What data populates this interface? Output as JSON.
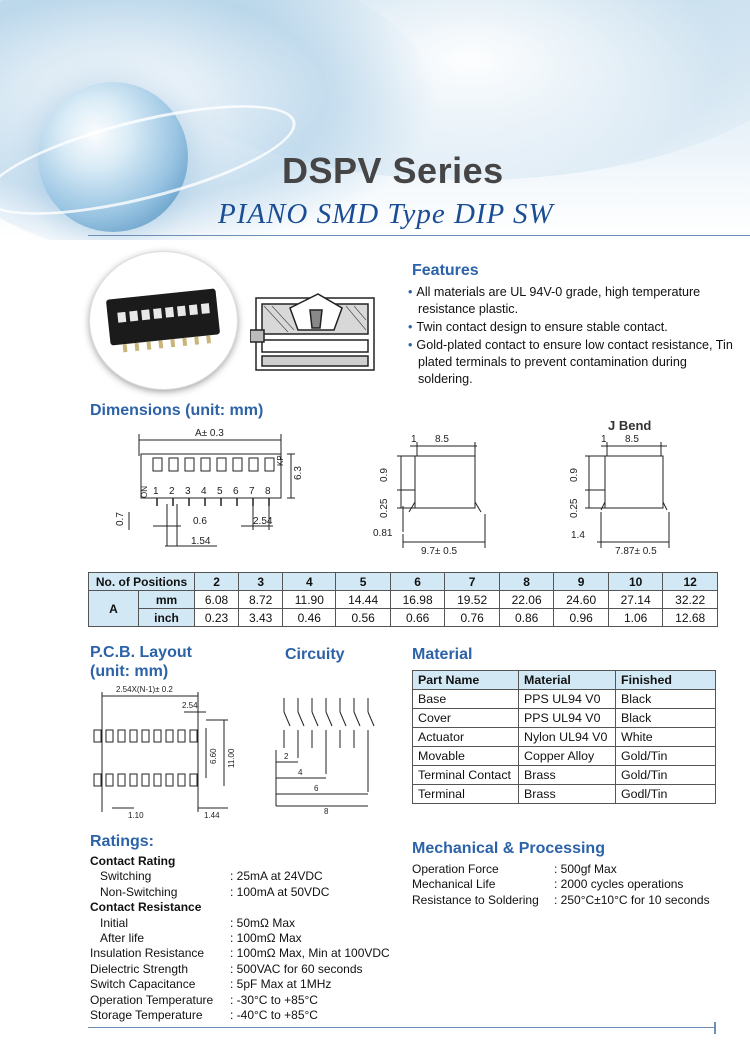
{
  "header": {
    "series": "DSPV Series",
    "subtitle": "PIANO SMD Type DIP SW"
  },
  "features": {
    "title": "Features",
    "items": [
      "All materials are UL 94V-0 grade, high temperature resistance plastic.",
      "Twin contact design to ensure stable contact.",
      "Gold-plated contact to ensure low contact resistance, Tin plated terminals to prevent contamination during soldering."
    ]
  },
  "dimensions": {
    "title": "Dimensions (unit: mm)",
    "jbend_label": "J Bend",
    "front": {
      "a_label": "A± 0.3",
      "h_label": "6.3",
      "left_label": "0.7",
      "pitch_label": "0.6",
      "pin_label": "2.54",
      "width_label": "1.54",
      "on_label": "ON",
      "kp_label": "KP",
      "pins": [
        "1",
        "2",
        "3",
        "4",
        "5",
        "6",
        "7",
        "8"
      ]
    },
    "side": {
      "top_label": "8.5",
      "one_label": "1",
      "h1": "0.9",
      "h2": "0.25",
      "b1": "0.81",
      "w": "9.7± 0.5"
    },
    "jbend": {
      "top_label": "8.5",
      "one_label": "1",
      "h1": "0.9",
      "h2": "0.25",
      "b1": "1.4",
      "w": "7.87± 0.5"
    }
  },
  "positions_table": {
    "header_label": "No. of Positions",
    "positions": [
      "2",
      "3",
      "4",
      "5",
      "6",
      "7",
      "8",
      "9",
      "10",
      "12"
    ],
    "row_label": "A",
    "rows": [
      {
        "unit": "mm",
        "values": [
          "6.08",
          "8.72",
          "11.90",
          "14.44",
          "16.98",
          "19.52",
          "22.06",
          "24.60",
          "27.14",
          "32.22"
        ]
      },
      {
        "unit": "inch",
        "values": [
          "0.23",
          "3.43",
          "0.46",
          "0.56",
          "0.66",
          "0.76",
          "0.86",
          "0.96",
          "1.06",
          "12.68"
        ]
      }
    ]
  },
  "pcb": {
    "title_line1": "P.C.B. Layout",
    "title_line2": "(unit: mm)",
    "top_label": "2.54X(N-1)± 0.2",
    "pitch_label": "2.54",
    "h1": "6.60",
    "h2": "11.00",
    "b1": "1.10",
    "b2": "1.44"
  },
  "circuity": {
    "title": "Circuity",
    "labels": [
      "2",
      "4",
      "6",
      "8"
    ]
  },
  "material": {
    "title": "Material",
    "headers": [
      "Part Name",
      "Material",
      "Finished"
    ],
    "rows": [
      [
        "Base",
        "PPS UL94 V0",
        "Black"
      ],
      [
        "Cover",
        "PPS UL94 V0",
        "Black"
      ],
      [
        "Actuator",
        "Nylon UL94 V0",
        "White"
      ],
      [
        "Movable",
        "Copper Alloy",
        "Gold/Tin"
      ],
      [
        "Terminal Contact",
        "Brass",
        "Gold/Tin"
      ],
      [
        "Terminal",
        "Brass",
        "Godl/Tin"
      ]
    ]
  },
  "ratings": {
    "title": "Ratings:",
    "rows": [
      {
        "k": "Contact Rating",
        "v": "",
        "bold": true,
        "indent": false
      },
      {
        "k": "Switching",
        "v": ": 25mA at 24VDC",
        "bold": false,
        "indent": true
      },
      {
        "k": "Non-Switching",
        "v": ": 100mA at 50VDC",
        "bold": false,
        "indent": true
      },
      {
        "k": "Contact Resistance",
        "v": "",
        "bold": true,
        "indent": false
      },
      {
        "k": "Initial",
        "v": ": 50mΩ Max",
        "bold": false,
        "indent": true
      },
      {
        "k": "After life",
        "v": ": 100mΩ Max",
        "bold": false,
        "indent": true
      },
      {
        "k": "Insulation Resistance",
        "v": ": 100mΩ Max, Min at 100VDC",
        "bold": false,
        "indent": false
      },
      {
        "k": "Dielectric Strength",
        "v": ": 500VAC for 60 seconds",
        "bold": false,
        "indent": false
      },
      {
        "k": "Switch Capacitance",
        "v": ": 5pF Max at 1MHz",
        "bold": false,
        "indent": false
      },
      {
        "k": "Operation Temperature",
        "v": ": -30°C to +85°C",
        "bold": false,
        "indent": false
      },
      {
        "k": "Storage Temperature",
        "v": ": -40°C to +85°C",
        "bold": false,
        "indent": false
      }
    ]
  },
  "mechanical": {
    "title": "Mechanical & Processing",
    "rows": [
      {
        "k": "Operation Force",
        "v": ": 500gf Max"
      },
      {
        "k": "Mechanical Life",
        "v": ": 2000 cycles operations"
      },
      {
        "k": "Resistance to Soldering",
        "v": ": 250°C±10°C for 10 seconds"
      }
    ]
  }
}
